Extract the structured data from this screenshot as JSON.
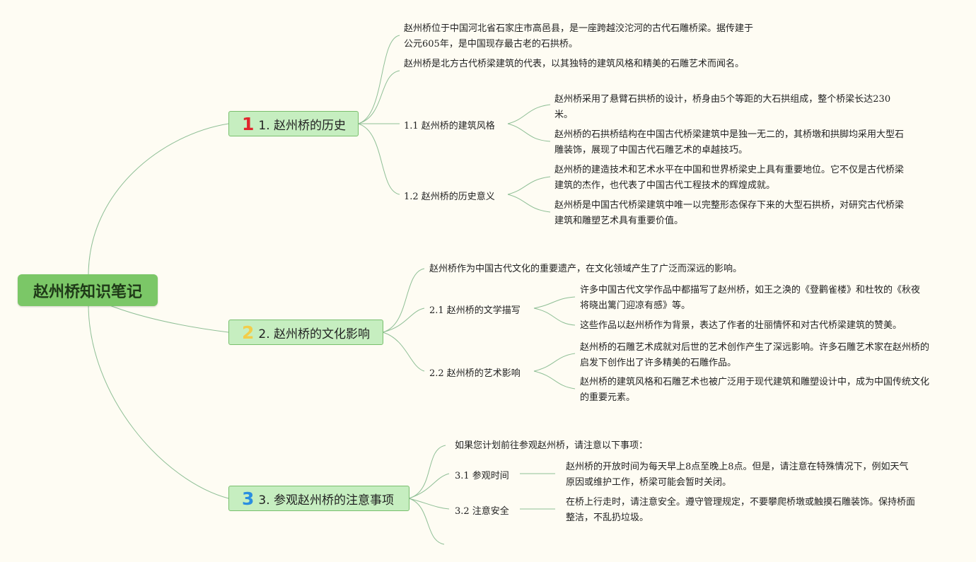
{
  "colors": {
    "background": "#fefcf3",
    "root_fill": "#7bc767",
    "main_fill": "#c6eec0",
    "main_border": "#79bf6d",
    "edge": "#8fbf96",
    "badge_1": "#e0262d",
    "badge_2": "#f2cd4a",
    "badge_3": "#2a8ee0"
  },
  "root": {
    "label": "赵州桥知识笔记"
  },
  "branches": [
    {
      "badge": "1",
      "label": "1. 赵州桥的历史",
      "notes": [
        "赵州桥位于中国河北省石家庄市高邑县，是一座跨越洨沱河的古代石雕桥梁。据传建于公元605年，是中国现存最古老的石拱桥。",
        "赵州桥是北方古代桥梁建筑的代表，以其独特的建筑风格和精美的石雕艺术而闻名。"
      ],
      "subtopics": [
        {
          "label": "1.1 赵州桥的建筑风格",
          "notes": [
            "赵州桥采用了悬臂石拱桥的设计，桥身由5个等距的大石拱组成，整个桥梁长达230米。",
            "赵州桥的石拱桥结构在中国古代桥梁建筑中是独一无二的，其桥墩和拱脚均采用大型石雕装饰，展现了中国古代石雕艺术的卓越技巧。"
          ]
        },
        {
          "label": "1.2 赵州桥的历史意义",
          "notes": [
            "赵州桥的建造技术和艺术水平在中国和世界桥梁史上具有重要地位。它不仅是古代桥梁建筑的杰作，也代表了中国古代工程技术的辉煌成就。",
            "赵州桥是中国古代桥梁建筑中唯一以完整形态保存下来的大型石拱桥，对研究古代桥梁建筑和雕塑艺术具有重要价值。"
          ]
        }
      ]
    },
    {
      "badge": "2",
      "label": "2. 赵州桥的文化影响",
      "notes": [
        "赵州桥作为中国古代文化的重要遗产，在文化领域产生了广泛而深远的影响。"
      ],
      "subtopics": [
        {
          "label": "2.1 赵州桥的文学描写",
          "notes": [
            "许多中国古代文学作品中都描写了赵州桥，如王之涣的《登鹳雀楼》和杜牧的《秋夜将晓出篱门迎凉有感》等。",
            "这些作品以赵州桥作为背景，表达了作者的壮丽情怀和对古代桥梁建筑的赞美。"
          ]
        },
        {
          "label": "2.2 赵州桥的艺术影响",
          "notes": [
            "赵州桥的石雕艺术成就对后世的艺术创作产生了深远影响。许多石雕艺术家在赵州桥的启发下创作出了许多精美的石雕作品。",
            "赵州桥的建筑风格和石雕艺术也被广泛用于现代建筑和雕塑设计中，成为中国传统文化的重要元素。"
          ]
        }
      ]
    },
    {
      "badge": "3",
      "label": "3. 参观赵州桥的注意事项",
      "notes": [
        "如果您计划前往参观赵州桥，请注意以下事项："
      ],
      "subtopics": [
        {
          "label": "3.1 参观时间",
          "notes": [
            "赵州桥的开放时间为每天早上8点至晚上8点。但是，请注意在特殊情况下，例如天气原因或维护工作，桥梁可能会暂时关闭。"
          ]
        },
        {
          "label": "3.2 注意安全",
          "notes": [
            "在桥上行走时，请注意安全。遵守管理规定，不要攀爬桥墩或触摸石雕装饰。保持桥面整洁，不乱扔垃圾。"
          ]
        }
      ]
    }
  ]
}
